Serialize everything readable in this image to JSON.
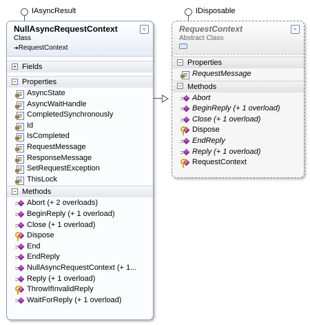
{
  "interfaces": [
    {
      "name": "IAsyncResult"
    },
    {
      "name": "IDisposable"
    }
  ],
  "left_class": {
    "title": "NullAsyncRequestContext",
    "kind": "Class",
    "inherits": "RequestContext",
    "sections": {
      "fields": "Fields",
      "properties": "Properties",
      "methods": "Methods"
    },
    "properties": [
      "AsyncState",
      "AsyncWaitHandle",
      "CompletedSynchronously",
      "Id",
      "IsCompleted",
      "RequestMessage",
      "ResponseMessage",
      "SetRequestException",
      "ThisLock"
    ],
    "methods": [
      {
        "label": "Abort (+ 2 overloads)",
        "access": "public"
      },
      {
        "label": "BeginReply (+ 1 overload)",
        "access": "public"
      },
      {
        "label": "Close (+ 1 overload)",
        "access": "public"
      },
      {
        "label": "Dispose",
        "access": "protected"
      },
      {
        "label": "End",
        "access": "public"
      },
      {
        "label": "EndReply",
        "access": "public"
      },
      {
        "label": "NullAsyncRequestContext (+ 1...",
        "access": "public"
      },
      {
        "label": "Reply (+ 1 overload)",
        "access": "public"
      },
      {
        "label": "ThrowIfInvalidReply",
        "access": "protected"
      },
      {
        "label": "WaitForReply (+ 1 overload)",
        "access": "public"
      }
    ]
  },
  "right_class": {
    "title": "RequestContext",
    "kind": "Abstract Class",
    "sections": {
      "properties": "Properties",
      "methods": "Methods"
    },
    "properties": [
      "RequestMessage"
    ],
    "methods": [
      {
        "label": "Abort",
        "access": "public",
        "abstract": true
      },
      {
        "label": "BeginReply (+ 1 overload)",
        "access": "public",
        "abstract": true
      },
      {
        "label": "Close (+ 1 overload)",
        "access": "public",
        "abstract": true
      },
      {
        "label": "Dispose",
        "access": "protected",
        "abstract": false
      },
      {
        "label": "EndReply",
        "access": "public",
        "abstract": true
      },
      {
        "label": "Reply (+ 1 overload)",
        "access": "public",
        "abstract": true
      },
      {
        "label": "RequestContext",
        "access": "protected",
        "abstract": false
      }
    ]
  },
  "glyphs": {
    "expand": "+",
    "collapse": "−",
    "collapse_shape": "≈",
    "inherit_arrow": "➜"
  }
}
